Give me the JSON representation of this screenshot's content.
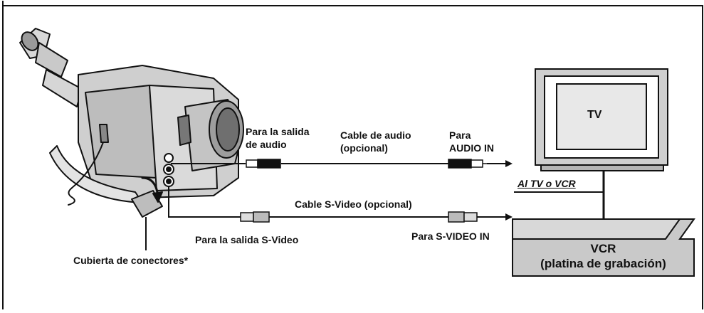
{
  "labels": {
    "audio_out_1": "Para la salida",
    "audio_out_2": "de audio",
    "audio_cable_1": "Cable de audio",
    "audio_cable_2": "(opcional)",
    "audio_in_1": "Para",
    "audio_in_2": "AUDIO IN",
    "svideo_cable": "Cable S-Video (opcional)",
    "svideo_out": "Para la salida S-Video",
    "svideo_in": "Para S-VIDEO IN",
    "connector_cover": "Cubierta de conectores*",
    "to_tv_vcr": "Al TV o VCR",
    "tv": "TV",
    "vcr_1": "VCR",
    "vcr_2": "(platina de grabación)"
  },
  "icons": [
    "camcorder-icon",
    "tv-icon",
    "vcr-icon",
    "audio-plug-icon",
    "svideo-plug-icon",
    "arrow-right-icon"
  ]
}
